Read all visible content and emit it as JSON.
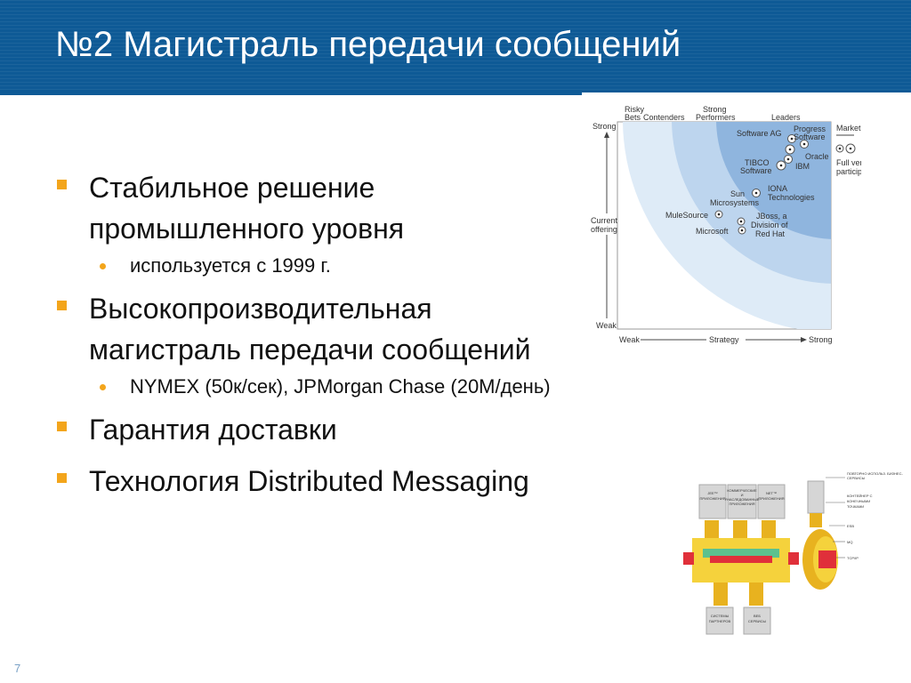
{
  "slide": {
    "title": "№2 Магистраль передачи сообщений",
    "page_number": "7"
  },
  "bullets": [
    {
      "line1": "Стабильное решение",
      "line2": "промышленного уровня",
      "sub": "используется с 1999 г."
    },
    {
      "line1": "Высокопроизводительная",
      "line2": "магистраль передачи сообщений",
      "sub": "NYMEX (50к/сек), JPMorgan Chase (20М/день)"
    },
    {
      "line1": "Гарантия доставки"
    },
    {
      "line1": "Технология Distributed Messaging"
    }
  ],
  "quadrant": {
    "top_labels": {
      "risky_1": "Risky",
      "risky_2": "Bets",
      "contenders": "Contenders",
      "strong_perf_1": "Strong",
      "strong_perf_2": "Performers",
      "leaders": "Leaders"
    },
    "y_axis": {
      "top": "Strong",
      "middle_1": "Current",
      "middle_2": "offering",
      "bottom": "Weak"
    },
    "x_axis": {
      "left": "Weak",
      "middle": "Strategy",
      "right": "Strong"
    },
    "legend": {
      "title": "Market presence",
      "full_1": "Full vendor",
      "full_2": "participation"
    },
    "vendors": {
      "software_ag": "Software AG",
      "progress_1": "Progress",
      "progress_2": "Software",
      "oracle": "Oracle",
      "tibco_1": "TIBCO",
      "tibco_2": "Software",
      "ibm": "IBM",
      "iona_1": "IONA",
      "iona_2": "Technologies",
      "sun_1": "Sun",
      "sun_2": "Microsystems",
      "mulesource": "MuleSource",
      "jboss_1": "JBoss, a",
      "jboss_2": "Division of",
      "jboss_3": "Red Hat",
      "microsoft": "Microsoft"
    },
    "colors": {
      "outer": "#deebf7",
      "mid": "#bdd5ee",
      "inner": "#8fb5de"
    }
  },
  "diagram": {
    "box1_1": "JEE™",
    "box1_2": "ПРИЛОЖЕНИЯ",
    "box2_1": "КОММЕРЧЕСКИЕ",
    "box2_2": "И",
    "box2_3": "УНАСЛЕДОВАННЫЕ",
    "box2_4": "ПРИЛОЖЕНИЯ",
    "box3_1": "NET™",
    "box3_2": "ПРИЛОЖЕНИЯ",
    "bottom1_1": "СИСТЕМЫ",
    "bottom1_2": "ПАРТНЕРОВ",
    "bottom2_1": "ВЕБ",
    "bottom2_2": "СЕРВИСЫ",
    "right1_1": "ПОВТОРНО ИСПОЛЬЗ. БИЗНЕС-",
    "right1_2": "СЕРВИСЫ",
    "right2_1": "КОНТЕЙНЕР С",
    "right2_2": "КОНЕЧНЫМИ",
    "right2_3": "ТОЧКАМИ",
    "right3": "ESB",
    "right4": "MQ",
    "right5": "TCP/IP",
    "colors": {
      "yellow": "#f5d23c",
      "dark_yellow": "#e8b21f",
      "green": "#5cc18e",
      "red": "#e0303a",
      "gray": "#cfcfcf"
    }
  }
}
